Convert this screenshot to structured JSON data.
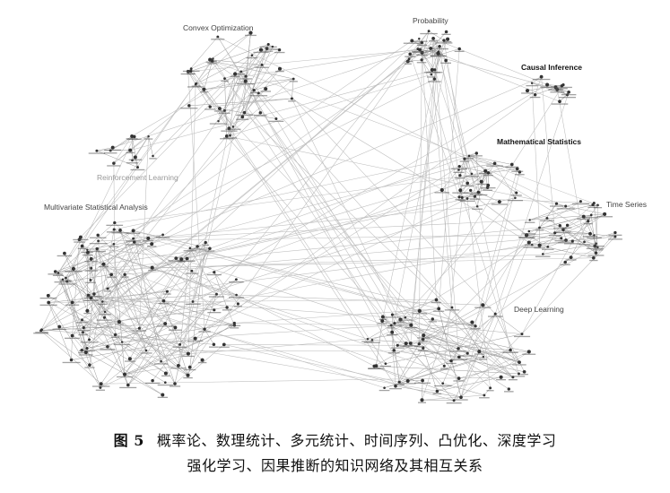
{
  "clusters": [
    {
      "id": "convex",
      "name": "Convex Optimization",
      "style": "normal"
    },
    {
      "id": "probability",
      "name": "Probability",
      "style": "normal"
    },
    {
      "id": "causal",
      "name": "Causal Inference",
      "style": "bold"
    },
    {
      "id": "mathstat",
      "name": "Mathematical Statistics",
      "style": "bold"
    },
    {
      "id": "rl",
      "name": "Reinforcement Learning",
      "style": "light"
    },
    {
      "id": "multivariate",
      "name": "Multivariate Statistical Analysis",
      "style": "normal"
    },
    {
      "id": "timeseries",
      "name": "Time Series",
      "style": "normal"
    },
    {
      "id": "deeplearning",
      "name": "Deep Learning",
      "style": "normal"
    }
  ],
  "caption": {
    "figure_number": "图 5",
    "line1": "概率论、数理统计、多元统计、时间序列、凸优化、深度学习",
    "line2": "强化学习、因果推断的知识网络及其相互关系"
  },
  "colors": {
    "node": "#333333",
    "edge": "#bdbdbd",
    "intra_edge": "#9a9a9a",
    "node_label": "#555555"
  }
}
